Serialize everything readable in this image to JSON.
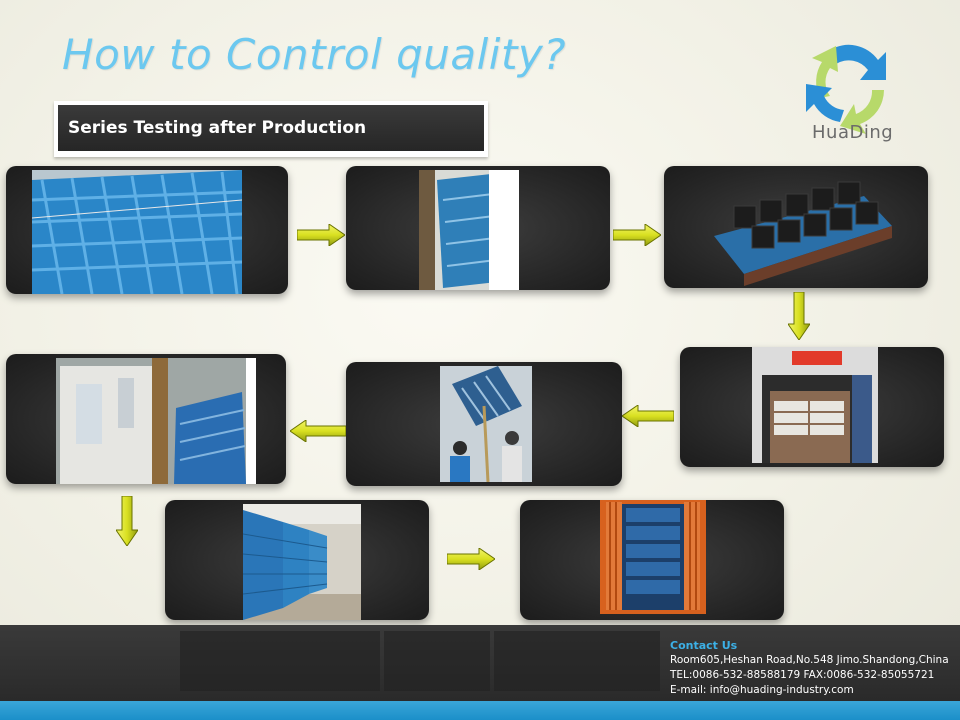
{
  "slide": {
    "title": "How to Control quality?",
    "subtitle": "Series Testing after Production"
  },
  "logo": {
    "text": "HuaDing",
    "icon": "recycle-arrows-icon",
    "colors": {
      "blue": "#2b8fd6",
      "green": "#b7d96a"
    }
  },
  "steps": [
    {
      "name": "pallet-surface-inspection",
      "photo": "blue-grid-pallet"
    },
    {
      "name": "pallet-upright-inspection",
      "photo": "blue-pallet-standing"
    },
    {
      "name": "pallet-load-test",
      "photo": "weights-on-pallet"
    },
    {
      "name": "pallet-heat-chamber-test",
      "photo": "test-room-with-sacks"
    },
    {
      "name": "pallet-lift-test",
      "photo": "workers-lifting-pallet"
    },
    {
      "name": "pallet-climate-cabinet-test",
      "photo": "cabinet-and-pallets"
    },
    {
      "name": "pallet-warehouse-storage",
      "photo": "stacked-pallets-warehouse"
    },
    {
      "name": "pallet-container-loading",
      "photo": "orange-shipping-container"
    }
  ],
  "arrow_icon": "yellow-arrow-icon",
  "contact": {
    "heading": "Contact Us",
    "address": "Room605,Heshan Road,No.548 Jimo.Shandong,China",
    "phones": "TEL:0086-532-88588179  FAX:0086-532-85055721",
    "email": "E-mail: info@huading-industry.com"
  },
  "colors": {
    "title": "#6cc8ef",
    "card": "#2a2a2a",
    "footer": "#333333",
    "band": "#1b8fc9",
    "arrow": "#d9e021"
  }
}
